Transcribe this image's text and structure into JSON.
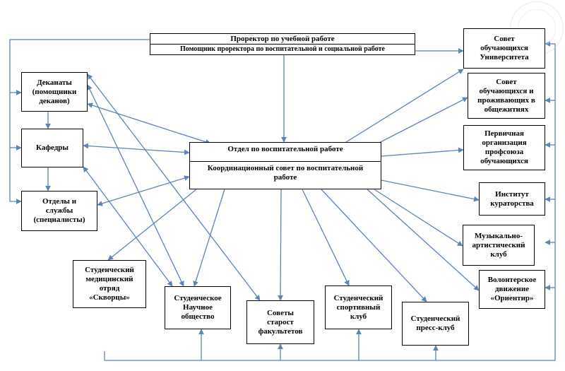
{
  "nodes": {
    "prorector": {
      "line1": "Проректор по учебной работе",
      "line2": "Помощник проректора по воспитательной и социальной работе"
    },
    "deans": {
      "l1": "Деканаты",
      "l2": "(помощники",
      "l3": "деканов)"
    },
    "departments": {
      "l1": "Кафедры"
    },
    "offices": {
      "l1": "Отделы и",
      "l2": "службы",
      "l3": "(специалисты)"
    },
    "center": {
      "line1": "Отдел по воспитательной работе",
      "line2": "Координационный совет по воспитательной",
      "line3": "работе"
    },
    "student_council": {
      "l1": "Совет",
      "l2": "обучающихся",
      "l3": "Университета"
    },
    "dorm_council": {
      "l1": "Совет",
      "l2": "обучающихся и",
      "l3": "проживающих в",
      "l4": "общежитиях"
    },
    "union": {
      "l1": "Первичная",
      "l2": "организация",
      "l3": "профсоюза",
      "l4": "обучающихся"
    },
    "curators": {
      "l1": "Институт",
      "l2": "кураторства"
    },
    "music_club": {
      "l1": "Музыкально-",
      "l2": "артистический",
      "l3": "клуб"
    },
    "volunteer": {
      "l1": "Волонтерское",
      "l2": "движение",
      "l3": "«Ориентир»"
    },
    "medical": {
      "l1": "Студенческий",
      "l2": "медицинский",
      "l3": "отряд",
      "l4": "«Скворцы»"
    },
    "science": {
      "l1": "Студенческое",
      "l2": "Научное",
      "l3": "общество"
    },
    "elders": {
      "l1": "Советы",
      "l2": "старост",
      "l3": "факультетов"
    },
    "sport": {
      "l1": "Студенческий",
      "l2": "спортивный",
      "l3": "клуб"
    },
    "press": {
      "l1": "Студенческий",
      "l2": "пресс-клуб"
    }
  },
  "colors": {
    "arrow": "#5b84b9",
    "border": "#000000",
    "text": "#000000"
  },
  "watermark": "university-seal"
}
